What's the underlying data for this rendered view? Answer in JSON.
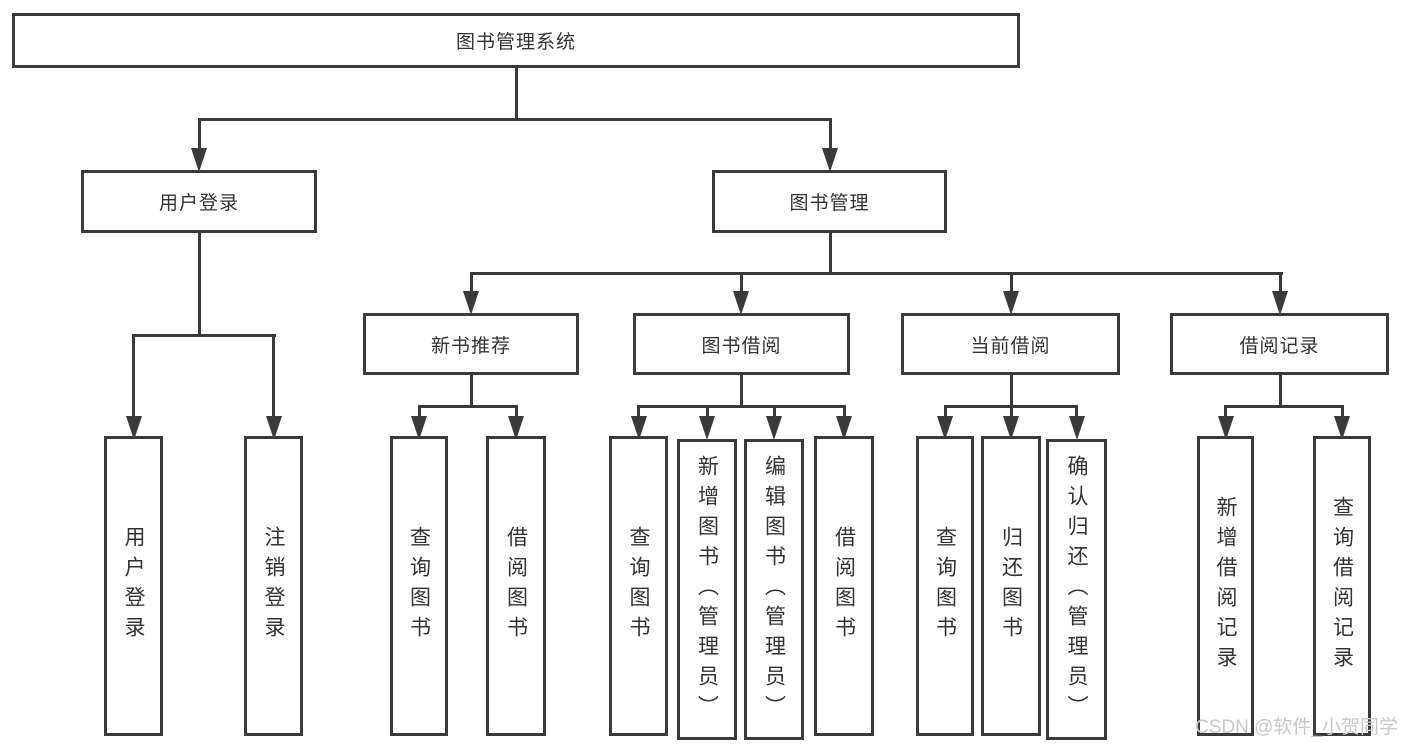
{
  "tree": {
    "root": {
      "label": "图书管理系统"
    },
    "branches": [
      {
        "label": "用户登录",
        "children": [
          {
            "label": "用户登录"
          },
          {
            "label": "注销登录"
          }
        ]
      },
      {
        "label": "图书管理",
        "children": [
          {
            "label": "新书推荐",
            "children": [
              {
                "label": "查询图书"
              },
              {
                "label": "借阅图书"
              }
            ]
          },
          {
            "label": "图书借阅",
            "children": [
              {
                "label": "查询图书"
              },
              {
                "label": "新增图书（管理员）"
              },
              {
                "label": "编辑图书（管理员）"
              },
              {
                "label": "借阅图书"
              }
            ]
          },
          {
            "label": "当前借阅",
            "children": [
              {
                "label": "查询图书"
              },
              {
                "label": "归还图书"
              },
              {
                "label": "确认归还（管理员）"
              }
            ]
          },
          {
            "label": "借阅记录",
            "children": [
              {
                "label": "新增借阅记录"
              },
              {
                "label": "查询借阅记录"
              }
            ]
          }
        ]
      }
    ]
  },
  "watermark": {
    "text": "CSDN @软件_小贺同学"
  },
  "colors": {
    "line": "#3a3a3a",
    "text": "#333333",
    "background": "#ffffff",
    "watermark": "#c8c8c8"
  }
}
